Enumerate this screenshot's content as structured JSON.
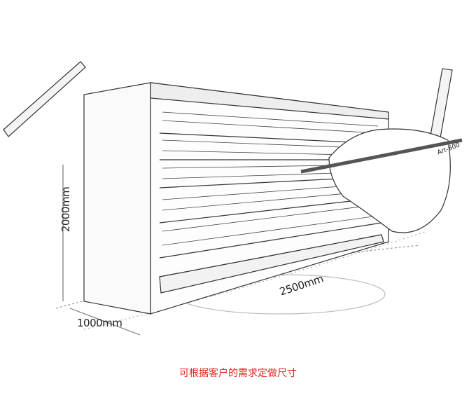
{
  "dimensions": {
    "depth": "1000mm",
    "height": "2000mm",
    "width": "2500mm"
  },
  "pencil_label": "Art-600",
  "caption": "可根据客户的需求定做尺寸",
  "colors": {
    "caption": "#e0261e",
    "sketch": "#333333"
  }
}
